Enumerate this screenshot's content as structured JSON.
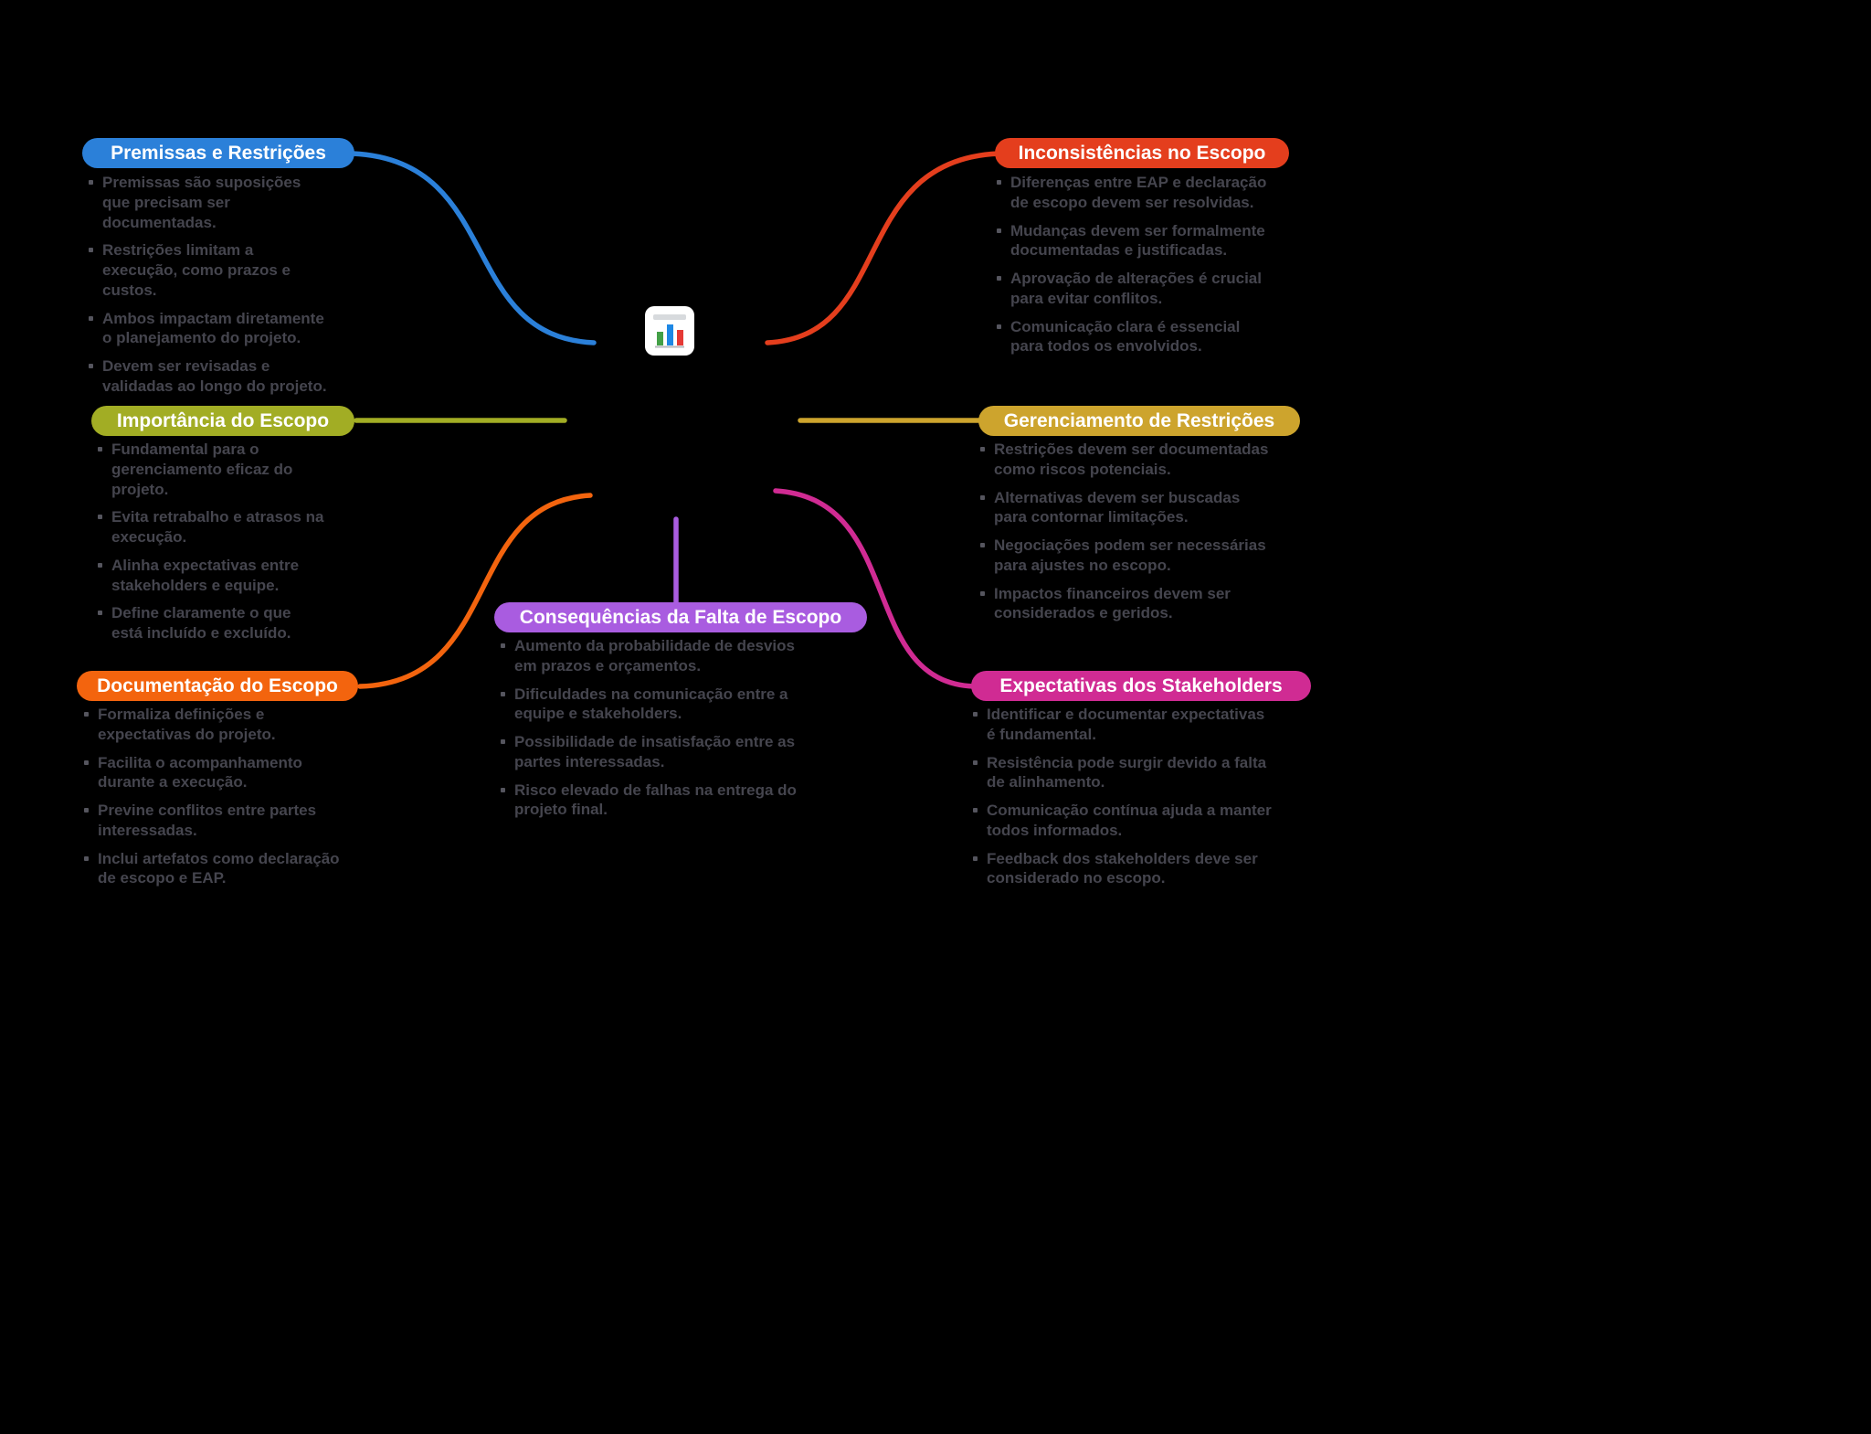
{
  "canvas": {
    "background": "#000000",
    "text_color": "#45454e"
  },
  "center": {
    "icon": "bar-chart-icon",
    "icon_bg": "#ffffff",
    "icon_bar_colors": [
      "#43a047",
      "#1e88e5",
      "#e53935"
    ]
  },
  "branches": [
    {
      "id": "premissas",
      "title": "Premissas e Restrições",
      "color": "#2b80d9",
      "items": [
        "Premissas são suposições que precisam ser documentadas.",
        "Restrições limitam a execução, como prazos e custos.",
        "Ambos impactam diretamente o planejamento do projeto.",
        "Devem ser revisadas e validadas ao longo do projeto."
      ]
    },
    {
      "id": "inconsistencias",
      "title": "Inconsistências no Escopo",
      "color": "#e43e1d",
      "items": [
        "Diferenças entre EAP e declaração de escopo devem ser resolvidas.",
        "Mudanças devem ser formalmente documentadas e justificadas.",
        "Aprovação de alterações é crucial para evitar conflitos.",
        "Comunicação clara é essencial para todos os envolvidos."
      ]
    },
    {
      "id": "importancia",
      "title": "Importância do Escopo",
      "color": "#a2ad24",
      "items": [
        "Fundamental para o gerenciamento eficaz do projeto.",
        "Evita retrabalho e atrasos na execução.",
        "Alinha expectativas entre stakeholders e equipe.",
        "Define claramente o que está incluído e excluído."
      ]
    },
    {
      "id": "gerenciamento",
      "title": "Gerenciamento de Restrições",
      "color": "#cda42d",
      "items": [
        "Restrições devem ser documentadas como riscos potenciais.",
        "Alternativas devem ser buscadas para contornar limitações.",
        "Negociações podem ser necessárias para ajustes no escopo.",
        "Impactos financeiros devem ser considerados e geridos."
      ]
    },
    {
      "id": "consequencias",
      "title": "Consequências da Falta de Escopo",
      "color": "#a95ce0",
      "items": [
        "Aumento da probabilidade de desvios em prazos e orçamentos.",
        "Dificuldades na comunicação entre a equipe e stakeholders.",
        "Possibilidade de insatisfação entre as partes interessadas.",
        "Risco elevado de falhas na entrega do projeto final."
      ]
    },
    {
      "id": "documentacao",
      "title": "Documentação do Escopo",
      "color": "#f3640e",
      "items": [
        "Formaliza definições e expectativas do projeto.",
        "Facilita o acompanhamento durante a execução.",
        "Previne conflitos entre partes interessadas.",
        "Inclui artefatos como declaração de escopo e EAP."
      ]
    },
    {
      "id": "expectativas",
      "title": "Expectativas dos Stakeholders",
      "color": "#d02b93",
      "items": [
        "Identificar e documentar expectativas é fundamental.",
        "Resistência pode surgir devido a falta de alinhamento.",
        "Comunicação contínua ajuda a manter todos informados.",
        "Feedback dos stakeholders deve ser considerado no escopo."
      ]
    }
  ]
}
